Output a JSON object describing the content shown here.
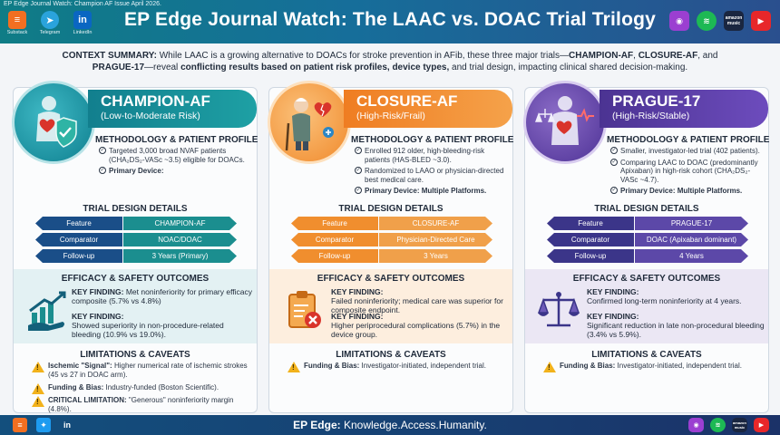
{
  "header": {
    "issue_note": "EP Edge Journal Watch: Champion AF Issue April 2026.",
    "title": "EP Edge Journal Watch: The LAAC vs. DOAC Trial Trilogy",
    "social": [
      {
        "name": "substack-icon",
        "label": "Substack",
        "glyph": "≡"
      },
      {
        "name": "telegram-icon",
        "label": "Telegram",
        "glyph": "➤"
      },
      {
        "name": "linkedin-icon",
        "label": "LinkedIn",
        "glyph": "in"
      }
    ],
    "podcasts": [
      {
        "name": "apple-podcasts-icon",
        "glyph": "◉"
      },
      {
        "name": "spotify-icon",
        "glyph": "≋"
      },
      {
        "name": "amazon-music-icon",
        "glyph": "amazon music"
      },
      {
        "name": "youtube-icon",
        "glyph": "▶"
      }
    ]
  },
  "context": {
    "lead": "CONTEXT SUMMARY:",
    "text1": " While LAAC is a growing alternative to DOACs for stroke prevention in AFib, these three major trials—",
    "t1": "CHAMPION-AF",
    "sep1": ", ",
    "t2": "CLOSURE-AF",
    "sep2": ",",
    "text2": " and ",
    "t3": "PRAGUE-17",
    "text3": "—reveal ",
    "b1": "conflicting results based on patient risk profiles, device types,",
    "text4": " and trial design, impacting clinical shared decision-making."
  },
  "columns": [
    {
      "title": "CHAMPION-AF",
      "subtitle": "(Low-to-Moderate Risk)",
      "mp_title": "METHODOLOGY & PATIENT PROFILE",
      "mp_items": [
        "Targeted 3,000 broad NVAF patients (CHA₂DS₂-VASc ~3.5) eligible for DOACs.",
        "Primary Device:"
      ],
      "td_title": "TRIAL DESIGN DETAILS",
      "td_rows": [
        {
          "k": "Feature",
          "v": "CHAMPION-AF"
        },
        {
          "k": "Comparator",
          "v": "NOAC/DOAC"
        },
        {
          "k": "Follow-up",
          "v": "3 Years (Primary)"
        }
      ],
      "eff_title": "EFFICACY & SAFETY OUTCOMES",
      "kf1_head": "KEY FINDING:",
      "kf1_text": " Met noninferiority for primary efficacy composite (5.7% vs 4.8%)",
      "kf2_head": "KEY FINDING:",
      "kf2_text": "Showed superiority in non-procedure-related bleeding (10.9% vs 19.0%).",
      "lim_title": "LIMITATIONS & CAVEATS",
      "lim_items": [
        {
          "b": "Ischemic \"Signal\":",
          "t": " Higher numerical rate of ischemic strokes (45 vs 27 in DOAC arm)."
        },
        {
          "b": "Funding & Bias:",
          "t": " Industry-funded (Boston Scientific)."
        },
        {
          "b": "CRITICAL LIMITATION:",
          "t": " \"Generous\" noninferiority margin (4.8%)."
        }
      ]
    },
    {
      "title": "CLOSURE-AF",
      "subtitle": "(High-Risk/Frail)",
      "mp_title": "METHODOLOGY & PATIENT PROFILE",
      "mp_items": [
        "Enrolled 912 older, high-bleeding-risk patients (HAS-BLED ~3.0).",
        "Randomized to LAAO or physician-directed best medical care.",
        "Primary Device: Multiple Platforms."
      ],
      "td_title": "TRIAL DESIGN DETAILS",
      "td_rows": [
        {
          "k": "Feature",
          "v": "CLOSURE-AF"
        },
        {
          "k": "Comparator",
          "v": "Physician-Directed Care"
        },
        {
          "k": "Follow-up",
          "v": "3 Years"
        }
      ],
      "eff_title": "EFFICACY & SAFETY OUTCOMES",
      "kf1_head": "KEY FINDING:",
      "kf1_text": "Failed noninferiority; medical care was superior for composite endpoint.",
      "kf2_head": "KEY FINDING:",
      "kf2_text": "Higher periprocedural complications (5.7%) in the device group.",
      "lim_title": "LIMITATIONS & CAVEATS",
      "lim_items": [
        {
          "b": "Funding & Bias:",
          "t": " Investigator-initiated, independent trial."
        }
      ]
    },
    {
      "title": "PRAGUE-17",
      "subtitle": "(High-Risk/Stable)",
      "mp_title": "METHODOLOGY & PATIENT PROFILE",
      "mp_items": [
        "Smaller, investigator-led trial (402 patients).",
        "Comparing LAAC to DOAC (predominantly Apixaban) in high-risk cohort (CHA₂DS₂-VASc ~4.7).",
        "Primary Device: Multiple Platforms."
      ],
      "td_title": "TRIAL DESIGN DETAILS",
      "td_rows": [
        {
          "k": "Feature",
          "v": "PRAGUE-17"
        },
        {
          "k": "Comparator",
          "v": "DOAC (Apixaban dominant)"
        },
        {
          "k": "Follow-up",
          "v": "4 Years"
        }
      ],
      "eff_title": "EFFICACY & SAFETY OUTCOMES",
      "kf1_head": "KEY FINDING:",
      "kf1_text": "Confirmed long-term noninferiority at 4 years.",
      "kf2_head": "KEY FINDING:",
      "kf2_text": "Significant reduction in late non-procedural bleeding (3.4% vs 5.9%).",
      "lim_title": "LIMITATIONS & CAVEATS",
      "lim_items": [
        {
          "b": "Funding & Bias:",
          "t": " Investigator-initiated, independent trial."
        }
      ]
    }
  ],
  "footer": {
    "brand": "EP Edge:",
    "tagline": " Knowledge.Access.Humanity.",
    "social": [
      {
        "name": "substack-icon",
        "glyph": "≡"
      },
      {
        "name": "twitter-icon",
        "glyph": "✦"
      },
      {
        "name": "linkedin-icon",
        "glyph": "in"
      }
    ],
    "podcasts": [
      {
        "name": "apple-podcasts-icon",
        "glyph": "◉"
      },
      {
        "name": "spotify-icon",
        "glyph": "≋"
      },
      {
        "name": "amazon-music-icon",
        "glyph": "amazon music"
      },
      {
        "name": "youtube-icon",
        "glyph": "▶"
      }
    ]
  }
}
